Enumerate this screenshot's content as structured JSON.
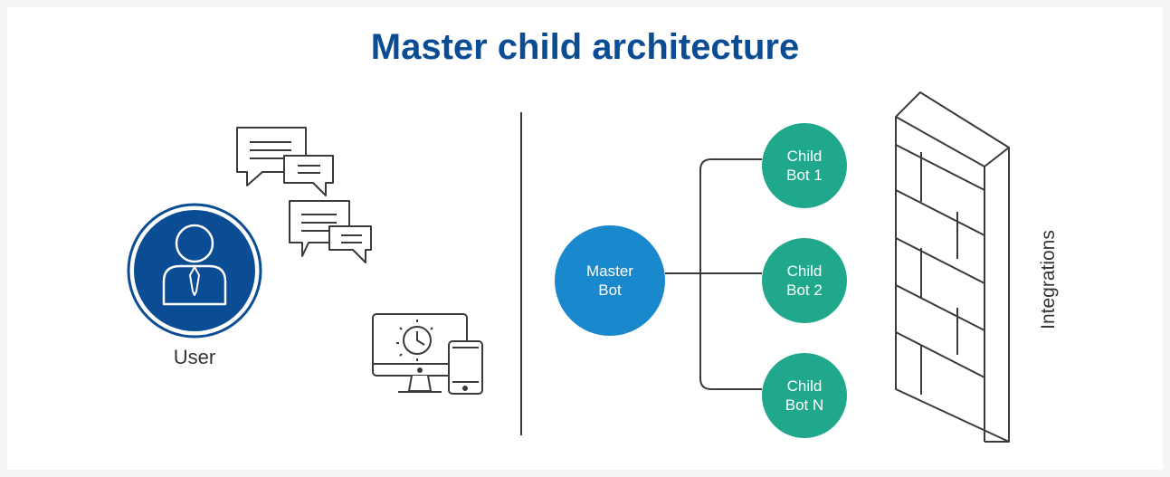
{
  "title": "Master child architecture",
  "user": {
    "label": "User"
  },
  "master": {
    "line1": "Master",
    "line2": "Bot"
  },
  "children": [
    {
      "line1": "Child",
      "line2": "Bot 1"
    },
    {
      "line1": "Child",
      "line2": "Bot 2"
    },
    {
      "line1": "Child",
      "line2": "Bot N"
    }
  ],
  "integrations": {
    "label": "Integrations"
  },
  "colors": {
    "title": "#0b4d94",
    "user_circle": "#0b4d94",
    "master": "#1a88cd",
    "child": "#1fa88b",
    "stroke": "#3a3a3a"
  }
}
